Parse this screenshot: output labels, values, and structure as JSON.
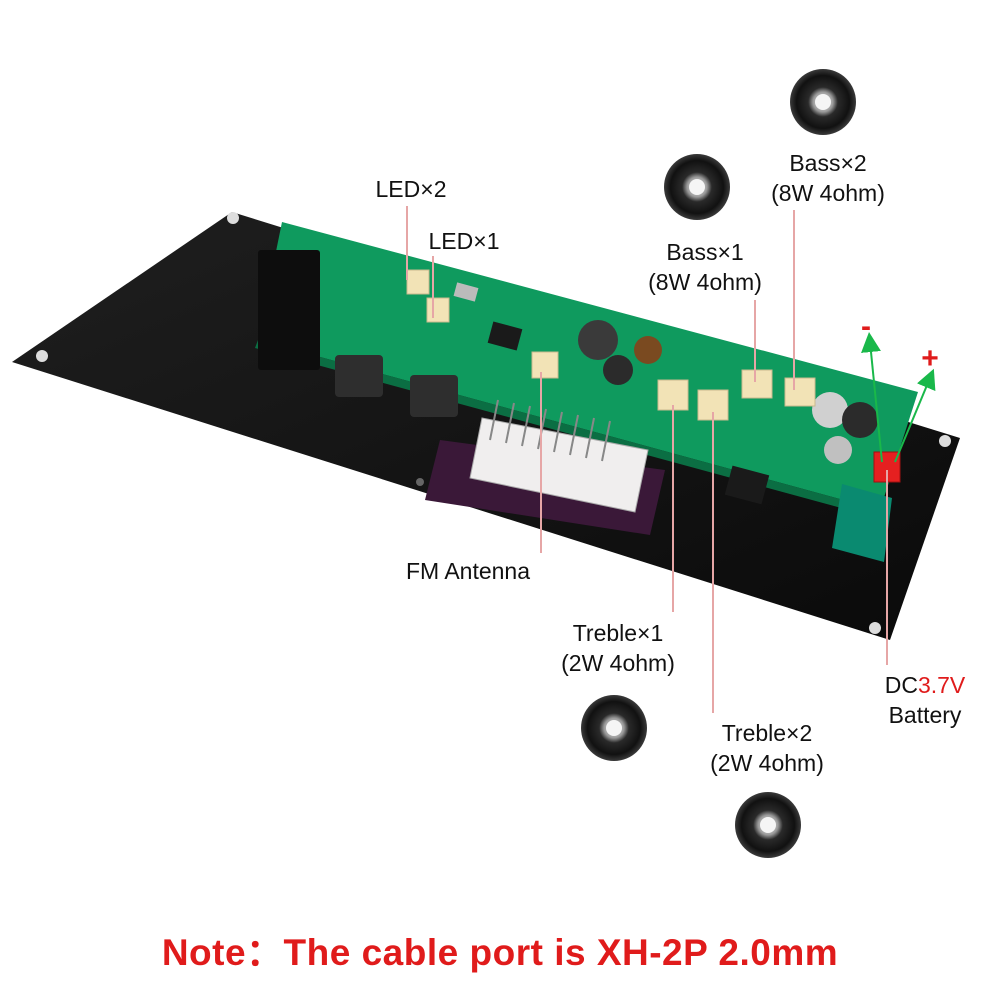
{
  "labels": {
    "led2": "LED×2",
    "led1": "LED×1",
    "bass1": [
      "Bass×1",
      "(8W 4ohm)"
    ],
    "bass2": [
      "Bass×2",
      "(8W 4ohm)"
    ],
    "fm": "FM Antenna",
    "treble1": [
      "Treble×1",
      "(2W 4ohm)"
    ],
    "treble2": [
      "Treble×2",
      "(2W 4ohm)"
    ],
    "dc_prefix": "DC",
    "dc_voltage": "3.7V",
    "battery": "Battery",
    "minus": "-",
    "plus": "+"
  },
  "note": "Note：The cable port is XH-2P 2.0mm",
  "colors": {
    "accent_red": "#e01b1b",
    "pcb_green": "#0f9a5e",
    "plate": "#141414",
    "connector": "#f2e3b6",
    "arrow_green": "#19b84a"
  },
  "icons": [
    "speaker-icon",
    "speaker-icon",
    "speaker-icon",
    "speaker-icon"
  ]
}
